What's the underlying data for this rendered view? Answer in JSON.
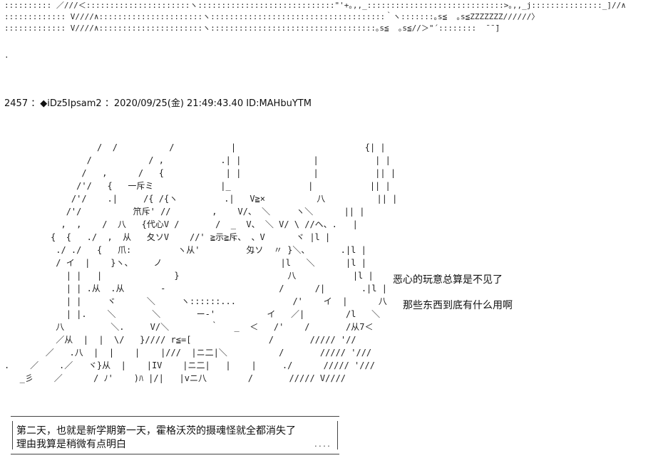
{
  "aa_top": ":::::::::: ／///＜::::::::::::::::::::::ヽ:::::::::::::::::::::::::::::\"'+｡,,_:::::::::::::::::::::::::::::>｡,,_j:::::::::::::::_]//∧\n::::::::::::: V////∧::::::::::::::::::::::ヽ:::::::::::::::::::::::::::::::::::::｀ヽ:::::::｡s≦  ｡s≦ZZZZZZZ//////〉\n::::::::::::: V////∧::::::::::::::::::::::ヽ:::::::::::::::::::::::::::::::::::｡s≦  ｡s≦//＞\"´::::::::  ̄ ̄ ̄]",
  "aa_dot": ".",
  "post_header": "2457 ：◆iDz5Ipsam2 ：2020/09/25(金) 21:49:43.40 ID:MAHbuYTM",
  "aa_main": "                  /  /          /           |                         {| |\n                /           / ,           .| |              |           | |\n               /   ,      /   {            | |              |           || |\n              /'/   {   一斥ミ             |_               |           || |\n             /'/    .|     /{ /{ヽ         .|   V≧×          八          || |\n            /'/          笊斥' //        ,    V/、 ＼     ヽ＼      || |\n           ,  ,    /  八   {代心V /       /  _  V、 ＼ V/ \\ //ヘ、.   |\n         {  {   ./  ,  从   夂ソV    //' ≧示≧斥、 、V      ヾ |l |\n          ./ ./   {   爪:         ヽ从'         匁ソ  〃 }＼、      .|l |\n          / イ  |    }ヽ、    ノ                       |l   ＼      |l |\n            | |   |              }                     八           |l |\n            | | .从  .从       -                      /      /|       .|l |\n            | |     ヾ      ＼     ヽ::::::...           /'    イ  |      八\n            | |.    ＼       ＼       ー‐'          イ   ／|        /l   ＼\n          八         ＼.     V/＼        ｀   _  ＜   /'    /       /从7＜\n          ／从  |  |  \\/   }//// r≦=[               /       ///// '//\n        ／   .八  |  |    |    |///  |ニ二|＼          /       ///// '///\n.    ／    .／   ヾ}从  |    |IV    |ニ二|   |    |     ./      ///// '///\n   _彡    ／      / ﾉ'    )ﾊ |/|   |vニ八        /       ///// V////",
  "speech_1": "恶心的玩意总算是不见了",
  "speech_2": "那些东西到底有什么用啊",
  "caption_1": "第二天，也就是新学期第一天，霍格沃茨的摄魂怪就全都消失了",
  "caption_2": "理由我算是稍微有点明白",
  "caption_dots": "....",
  "colors": {
    "background": "#ffffff",
    "text": "#111111",
    "aa": "#222222"
  }
}
